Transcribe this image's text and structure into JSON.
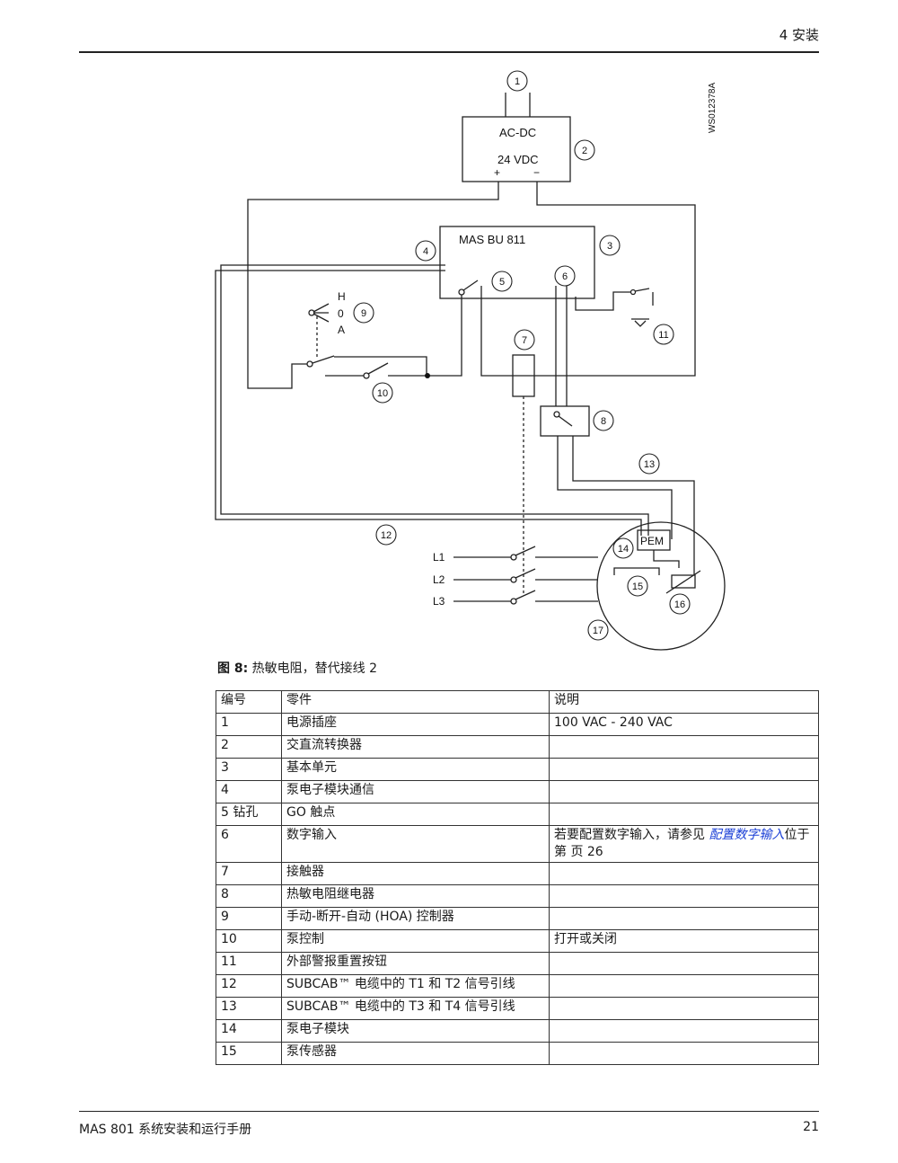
{
  "header": {
    "section": "4  安装"
  },
  "diagram": {
    "figure_id": "WS012378A",
    "psu_label": "AC-DC",
    "psu_voltage": "24 VDC",
    "psu_plus": "+",
    "psu_minus": "−",
    "mas_label": "MAS BU 811",
    "hoa_h": "H",
    "hoa_0": "0",
    "hoa_a": "A",
    "phase_l1": "L1",
    "phase_l2": "L2",
    "phase_l3": "L3",
    "pem_label": "PEM",
    "callouts": [
      "1",
      "2",
      "3",
      "4",
      "5",
      "6",
      "7",
      "8",
      "9",
      "10",
      "11",
      "12",
      "13",
      "14",
      "15",
      "16",
      "17"
    ]
  },
  "caption": {
    "prefix": "图 8:",
    "text": " 热敏电阻，替代接线 2"
  },
  "table": {
    "headers": [
      "编号",
      "零件",
      "说明"
    ],
    "rows": [
      {
        "no": "1",
        "part": "电源插座",
        "desc": "100 VAC - 240 VAC"
      },
      {
        "no": "2",
        "part": "交直流转换器",
        "desc": ""
      },
      {
        "no": "3",
        "part": "基本单元",
        "desc": ""
      },
      {
        "no": "4",
        "part": "泵电子模块通信",
        "desc": ""
      },
      {
        "no": "5 钻孔",
        "part": "GO 触点",
        "desc": ""
      },
      {
        "no": "6",
        "part": "数字输入",
        "desc": "若要配置数字输入，请参见 ",
        "link": "配置数字输入",
        "desc_after": "位于第 页 26"
      },
      {
        "no": "7",
        "part": "接触器",
        "desc": ""
      },
      {
        "no": "8",
        "part": "热敏电阻继电器",
        "desc": ""
      },
      {
        "no": "9",
        "part": "手动-断开-自动 (HOA) 控制器",
        "desc": ""
      },
      {
        "no": "10",
        "part": "泵控制",
        "desc": "打开或关闭"
      },
      {
        "no": "11",
        "part": "外部警报重置按钮",
        "desc": ""
      },
      {
        "no": "12",
        "part": "SUBCAB™ 电缆中的 T1 和 T2 信号引线",
        "desc": ""
      },
      {
        "no": "13",
        "part": "SUBCAB™ 电缆中的 T3 和 T4 信号引线",
        "desc": ""
      },
      {
        "no": "14",
        "part": "泵电子模块",
        "desc": ""
      },
      {
        "no": "15",
        "part": "泵传感器",
        "desc": ""
      }
    ]
  },
  "footer": {
    "title": "MAS 801 系统安装和运行手册",
    "page": "21"
  }
}
